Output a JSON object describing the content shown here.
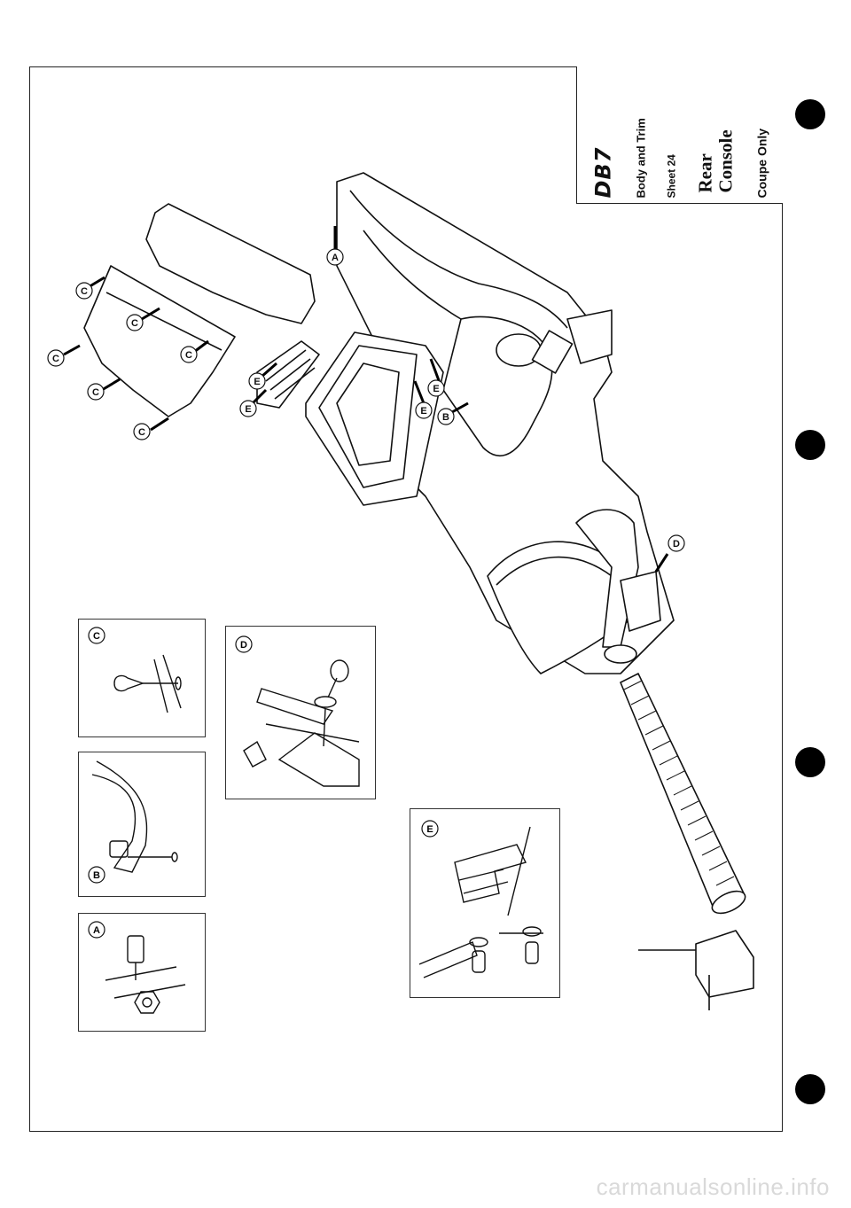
{
  "title_block": {
    "logo_text": "DB7",
    "section": "Body and Trim",
    "sheet": "Sheet 24",
    "title_line1": "Rear",
    "title_line2": "Console",
    "note": "Coupe Only"
  },
  "callouts": {
    "A": "A",
    "B": "B",
    "C": "C",
    "D": "D",
    "E": "E"
  },
  "watermark": "carmanualsonline.info"
}
